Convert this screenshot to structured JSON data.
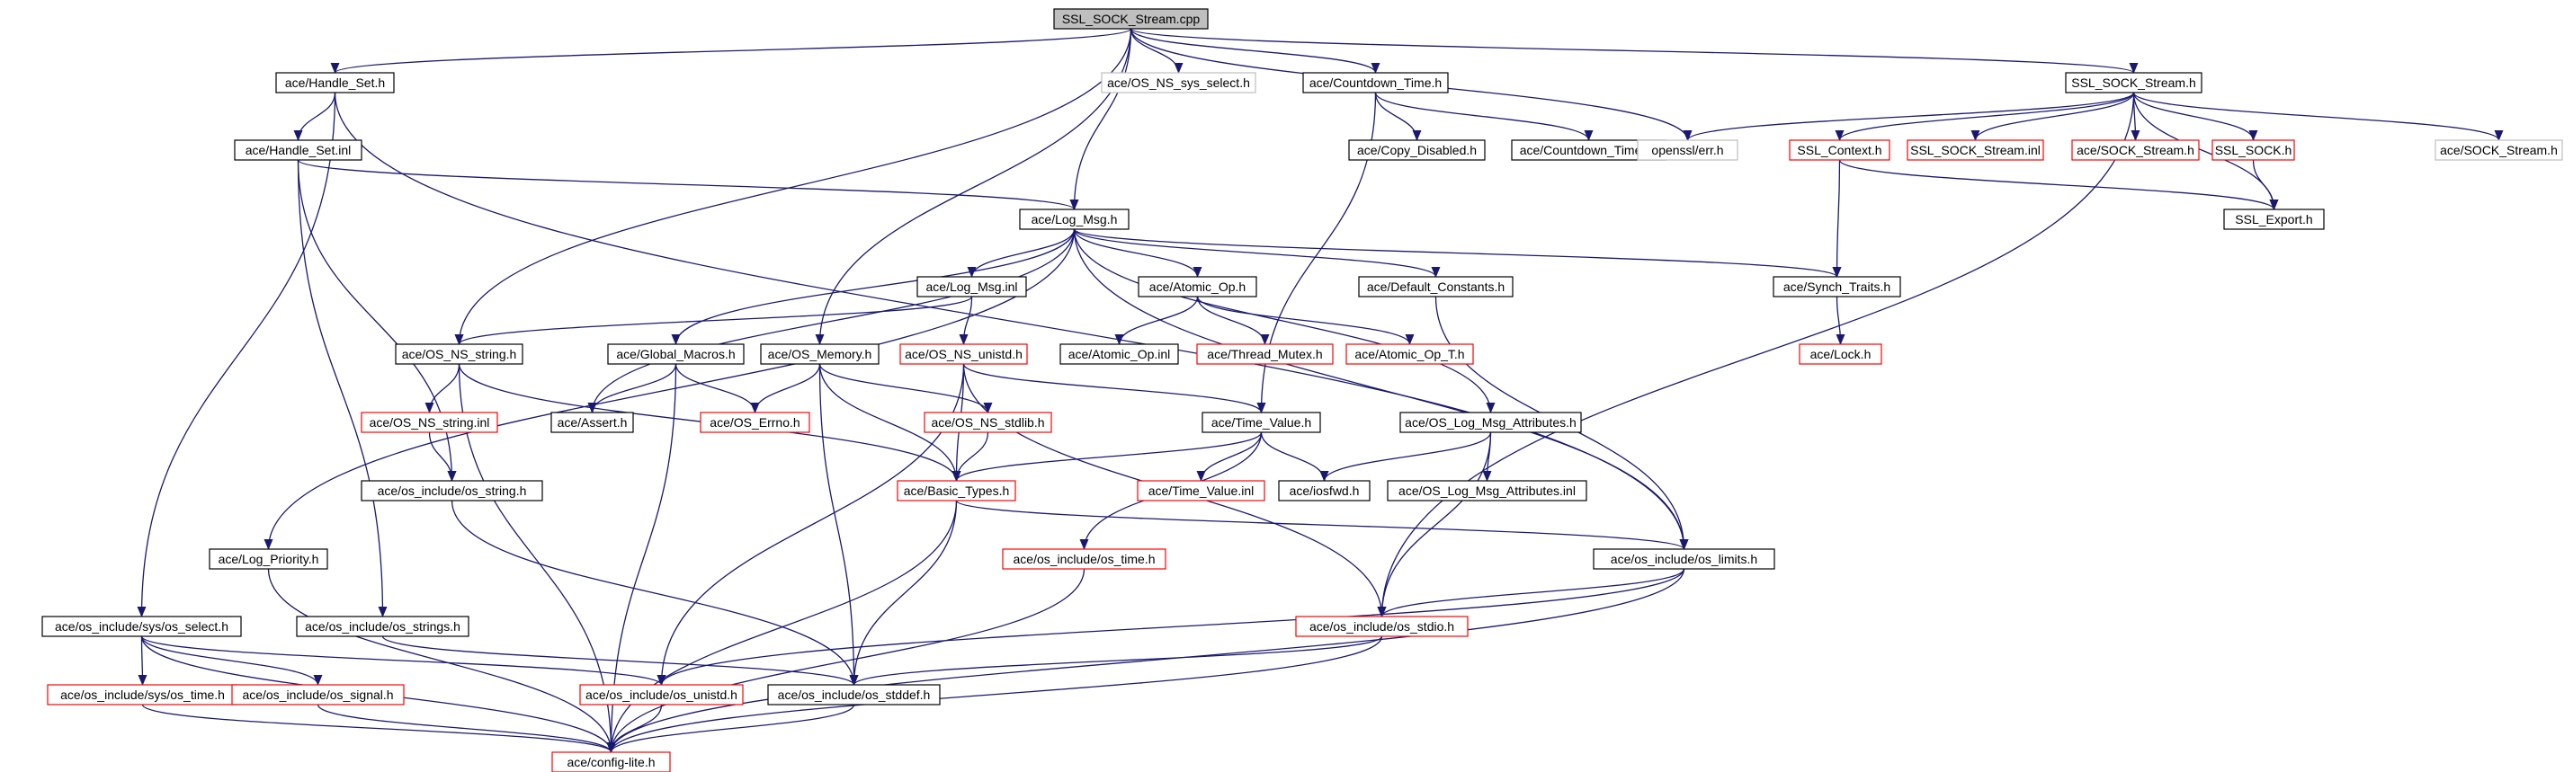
{
  "diagram": {
    "colors": {
      "edge": "#191970",
      "root_fill": "#bfbfbf",
      "normal_border": "#000000",
      "red_border": "#ff0000",
      "gray_border": "#bfbfbf",
      "text": "#000000"
    },
    "nodes": [
      {
        "id": "root",
        "label": "SSL_SOCK_Stream.cpp",
        "style": "root"
      },
      {
        "id": "handle_set_h",
        "label": "ace/Handle_Set.h",
        "style": "normal"
      },
      {
        "id": "os_ns_sys_select",
        "label": "ace/OS_NS_sys_select.h",
        "style": "gray"
      },
      {
        "id": "countdown_time_h",
        "label": "ace/Countdown_Time.h",
        "style": "normal"
      },
      {
        "id": "ssl_sock_stream_h",
        "label": "SSL_SOCK_Stream.h",
        "style": "normal"
      },
      {
        "id": "handle_set_inl",
        "label": "ace/Handle_Set.inl",
        "style": "normal"
      },
      {
        "id": "copy_disabled",
        "label": "ace/Copy_Disabled.h",
        "style": "normal"
      },
      {
        "id": "countdown_time_inl",
        "label": "ace/Countdown_Time.inl",
        "style": "normal"
      },
      {
        "id": "openssl_err",
        "label": "openssl/err.h",
        "style": "gray"
      },
      {
        "id": "ssl_context",
        "label": "SSL_Context.h",
        "style": "red"
      },
      {
        "id": "ssl_sock_stream_inl",
        "label": "SSL_SOCK_Stream.inl",
        "style": "red"
      },
      {
        "id": "ace_sock_stream_red",
        "label": "ace/SOCK_Stream.h",
        "style": "red"
      },
      {
        "id": "ssl_sock_h",
        "label": "SSL_SOCK.h",
        "style": "red"
      },
      {
        "id": "ace_sock_stream_gray",
        "label": "ace/SOCK_Stream.h",
        "style": "gray"
      },
      {
        "id": "ssl_export",
        "label": "SSL_Export.h",
        "style": "normal"
      },
      {
        "id": "log_msg_h",
        "label": "ace/Log_Msg.h",
        "style": "normal"
      },
      {
        "id": "log_msg_inl",
        "label": "ace/Log_Msg.inl",
        "style": "normal"
      },
      {
        "id": "atomic_op_h",
        "label": "ace/Atomic_Op.h",
        "style": "normal"
      },
      {
        "id": "default_constants",
        "label": "ace/Default_Constants.h",
        "style": "normal"
      },
      {
        "id": "synch_traits",
        "label": "ace/Synch_Traits.h",
        "style": "normal"
      },
      {
        "id": "os_ns_string_h",
        "label": "ace/OS_NS_string.h",
        "style": "normal"
      },
      {
        "id": "global_macros",
        "label": "ace/Global_Macros.h",
        "style": "normal"
      },
      {
        "id": "os_memory",
        "label": "ace/OS_Memory.h",
        "style": "normal"
      },
      {
        "id": "os_ns_unistd",
        "label": "ace/OS_NS_unistd.h",
        "style": "red"
      },
      {
        "id": "atomic_op_inl",
        "label": "ace/Atomic_Op.inl",
        "style": "normal"
      },
      {
        "id": "thread_mutex",
        "label": "ace/Thread_Mutex.h",
        "style": "red"
      },
      {
        "id": "atomic_op_t",
        "label": "ace/Atomic_Op_T.h",
        "style": "red"
      },
      {
        "id": "ace_lock",
        "label": "ace/Lock.h",
        "style": "red"
      },
      {
        "id": "os_ns_string_inl",
        "label": "ace/OS_NS_string.inl",
        "style": "red"
      },
      {
        "id": "assert_h",
        "label": "ace/Assert.h",
        "style": "normal"
      },
      {
        "id": "os_errno",
        "label": "ace/OS_Errno.h",
        "style": "red"
      },
      {
        "id": "os_ns_stdlib",
        "label": "ace/OS_NS_stdlib.h",
        "style": "red"
      },
      {
        "id": "time_value_h",
        "label": "ace/Time_Value.h",
        "style": "normal"
      },
      {
        "id": "os_log_msg_attr_h",
        "label": "ace/OS_Log_Msg_Attributes.h",
        "style": "normal"
      },
      {
        "id": "os_string_h",
        "label": "ace/os_include/os_string.h",
        "style": "normal"
      },
      {
        "id": "basic_types",
        "label": "ace/Basic_Types.h",
        "style": "red"
      },
      {
        "id": "time_value_inl",
        "label": "ace/Time_Value.inl",
        "style": "red"
      },
      {
        "id": "iosfwd",
        "label": "ace/iosfwd.h",
        "style": "normal"
      },
      {
        "id": "os_log_msg_attr_inl",
        "label": "ace/OS_Log_Msg_Attributes.inl",
        "style": "normal"
      },
      {
        "id": "log_priority",
        "label": "ace/Log_Priority.h",
        "style": "normal"
      },
      {
        "id": "os_time_h",
        "label": "ace/os_include/os_time.h",
        "style": "red"
      },
      {
        "id": "os_limits",
        "label": "ace/os_include/os_limits.h",
        "style": "normal"
      },
      {
        "id": "sys_os_select",
        "label": "ace/os_include/sys/os_select.h",
        "style": "normal"
      },
      {
        "id": "os_strings",
        "label": "ace/os_include/os_strings.h",
        "style": "normal"
      },
      {
        "id": "os_stdio",
        "label": "ace/os_include/os_stdio.h",
        "style": "red"
      },
      {
        "id": "sys_os_time",
        "label": "ace/os_include/sys/os_time.h",
        "style": "red"
      },
      {
        "id": "os_signal",
        "label": "ace/os_include/os_signal.h",
        "style": "red"
      },
      {
        "id": "os_unistd",
        "label": "ace/os_include/os_unistd.h",
        "style": "red"
      },
      {
        "id": "os_stddef",
        "label": "ace/os_include/os_stddef.h",
        "style": "normal"
      },
      {
        "id": "config_lite",
        "label": "ace/config-lite.h",
        "style": "red"
      }
    ],
    "edges": [
      [
        "root",
        "handle_set_h"
      ],
      [
        "root",
        "os_ns_sys_select"
      ],
      [
        "root",
        "countdown_time_h"
      ],
      [
        "root",
        "ssl_sock_stream_h"
      ],
      [
        "root",
        "log_msg_h"
      ],
      [
        "root",
        "openssl_err"
      ],
      [
        "root",
        "os_ns_string_h"
      ],
      [
        "root",
        "os_memory"
      ],
      [
        "handle_set_h",
        "handle_set_inl"
      ],
      [
        "handle_set_h",
        "sys_os_select"
      ],
      [
        "handle_set_h",
        "os_limits"
      ],
      [
        "handle_set_inl",
        "log_msg_h"
      ],
      [
        "handle_set_inl",
        "os_string_h"
      ],
      [
        "handle_set_inl",
        "os_strings"
      ],
      [
        "countdown_time_h",
        "copy_disabled"
      ],
      [
        "countdown_time_h",
        "countdown_time_inl"
      ],
      [
        "countdown_time_h",
        "time_value_h"
      ],
      [
        "ssl_sock_stream_h",
        "openssl_err"
      ],
      [
        "ssl_sock_stream_h",
        "ssl_context"
      ],
      [
        "ssl_sock_stream_h",
        "ssl_sock_stream_inl"
      ],
      [
        "ssl_sock_stream_h",
        "ace_sock_stream_red"
      ],
      [
        "ssl_sock_stream_h",
        "ssl_sock_h"
      ],
      [
        "ssl_sock_stream_h",
        "ace_sock_stream_gray"
      ],
      [
        "ssl_sock_stream_h",
        "ssl_export"
      ],
      [
        "ssl_sock_stream_h",
        "os_stdio"
      ],
      [
        "ssl_context",
        "ssl_export"
      ],
      [
        "ssl_context",
        "synch_traits"
      ],
      [
        "ssl_sock_h",
        "ssl_export"
      ],
      [
        "synch_traits",
        "ace_lock"
      ],
      [
        "log_msg_h",
        "log_msg_inl"
      ],
      [
        "log_msg_h",
        "atomic_op_h"
      ],
      [
        "log_msg_h",
        "default_constants"
      ],
      [
        "log_msg_h",
        "synch_traits"
      ],
      [
        "log_msg_h",
        "os_log_msg_attr_h"
      ],
      [
        "log_msg_h",
        "assert_h"
      ],
      [
        "log_msg_h",
        "log_priority"
      ],
      [
        "log_msg_h",
        "global_macros"
      ],
      [
        "log_msg_h",
        "os_limits"
      ],
      [
        "log_msg_inl",
        "os_ns_string_h"
      ],
      [
        "log_msg_inl",
        "os_ns_unistd"
      ],
      [
        "atomic_op_h",
        "atomic_op_inl"
      ],
      [
        "atomic_op_h",
        "thread_mutex"
      ],
      [
        "atomic_op_h",
        "atomic_op_t"
      ],
      [
        "default_constants",
        "os_limits"
      ],
      [
        "os_ns_string_h",
        "os_ns_string_inl"
      ],
      [
        "os_ns_string_h",
        "basic_types"
      ],
      [
        "os_ns_string_h",
        "config_lite"
      ],
      [
        "os_ns_string_inl",
        "os_string_h"
      ],
      [
        "global_macros",
        "assert_h"
      ],
      [
        "global_macros",
        "os_errno"
      ],
      [
        "global_macros",
        "config_lite"
      ],
      [
        "os_memory",
        "os_errno"
      ],
      [
        "os_memory",
        "os_ns_stdlib"
      ],
      [
        "os_memory",
        "basic_types"
      ],
      [
        "os_memory",
        "os_stddef"
      ],
      [
        "os_ns_unistd",
        "time_value_h"
      ],
      [
        "os_ns_unistd",
        "basic_types"
      ],
      [
        "os_ns_unistd",
        "os_unistd"
      ],
      [
        "os_ns_unistd",
        "os_stdio"
      ],
      [
        "os_ns_stdlib",
        "basic_types"
      ],
      [
        "time_value_h",
        "basic_types"
      ],
      [
        "time_value_h",
        "time_value_inl"
      ],
      [
        "time_value_h",
        "iosfwd"
      ],
      [
        "time_value_h",
        "os_time_h"
      ],
      [
        "os_log_msg_attr_h",
        "iosfwd"
      ],
      [
        "os_log_msg_attr_h",
        "os_log_msg_attr_inl"
      ],
      [
        "os_log_msg_attr_h",
        "os_stdio"
      ],
      [
        "os_string_h",
        "os_stddef"
      ],
      [
        "basic_types",
        "os_limits"
      ],
      [
        "basic_types",
        "config_lite"
      ],
      [
        "basic_types",
        "os_stddef"
      ],
      [
        "os_time_h",
        "config_lite"
      ],
      [
        "os_limits",
        "os_stdio"
      ],
      [
        "os_limits",
        "os_unistd"
      ],
      [
        "os_limits",
        "config_lite"
      ],
      [
        "log_priority",
        "config_lite"
      ],
      [
        "sys_os_select",
        "sys_os_time"
      ],
      [
        "sys_os_select",
        "os_signal"
      ],
      [
        "sys_os_select",
        "os_unistd"
      ],
      [
        "sys_os_select",
        "config_lite"
      ],
      [
        "os_strings",
        "os_stddef"
      ],
      [
        "os_stdio",
        "os_stddef"
      ],
      [
        "os_stdio",
        "config_lite"
      ],
      [
        "sys_os_time",
        "config_lite"
      ],
      [
        "os_signal",
        "config_lite"
      ],
      [
        "os_unistd",
        "config_lite"
      ],
      [
        "os_stddef",
        "config_lite"
      ]
    ]
  }
}
